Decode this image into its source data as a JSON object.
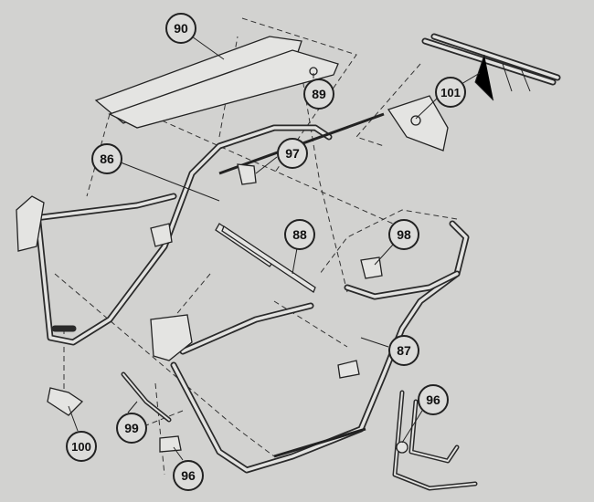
{
  "callouts": [
    {
      "id": "c90",
      "label": "90"
    },
    {
      "id": "c89",
      "label": "89"
    },
    {
      "id": "c101",
      "label": "101"
    },
    {
      "id": "c86",
      "label": "86"
    },
    {
      "id": "c97",
      "label": "97"
    },
    {
      "id": "c88",
      "label": "88"
    },
    {
      "id": "c98",
      "label": "98"
    },
    {
      "id": "c87",
      "label": "87"
    },
    {
      "id": "c99",
      "label": "99"
    },
    {
      "id": "c100",
      "label": "100"
    },
    {
      "id": "c96a",
      "label": "96"
    },
    {
      "id": "c96b",
      "label": "96"
    }
  ]
}
